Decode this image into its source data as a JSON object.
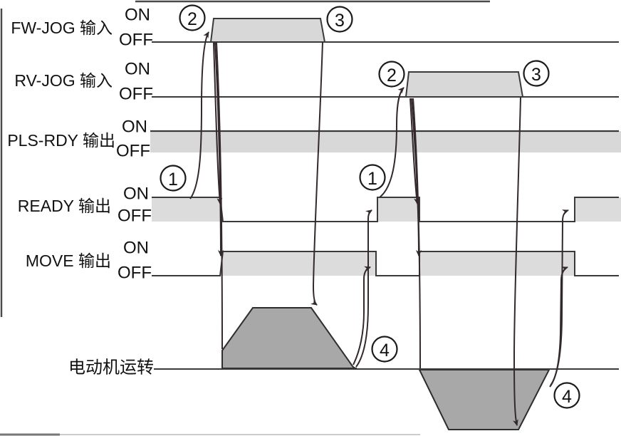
{
  "diagram": {
    "rows": [
      {
        "name": "FW-JOG 输入",
        "on": "ON",
        "off": "OFF"
      },
      {
        "name": "RV-JOG 输入",
        "on": "ON",
        "off": "OFF"
      },
      {
        "name": "PLS-RDY 输出",
        "on": "ON",
        "off": "OFF"
      },
      {
        "name": "READY 输出",
        "on": "ON",
        "off": "OFF"
      },
      {
        "name": "MOVE 输出",
        "on": "ON",
        "off": "OFF"
      }
    ],
    "motor_label": "电动机运转",
    "markers": {
      "fw_rise": "2",
      "fw_fall": "3",
      "rv_rise": "2",
      "rv_fall": "3",
      "ready_first": "1",
      "ready_second": "1",
      "motor_stop_first": "4",
      "motor_stop_second": "4"
    },
    "colors": {
      "line": "#3a3a3a",
      "arrow": "#33282c",
      "signal_fill": "#d8d8d8",
      "motor_fill": "#a8a8a8",
      "text": "#111111"
    }
  }
}
